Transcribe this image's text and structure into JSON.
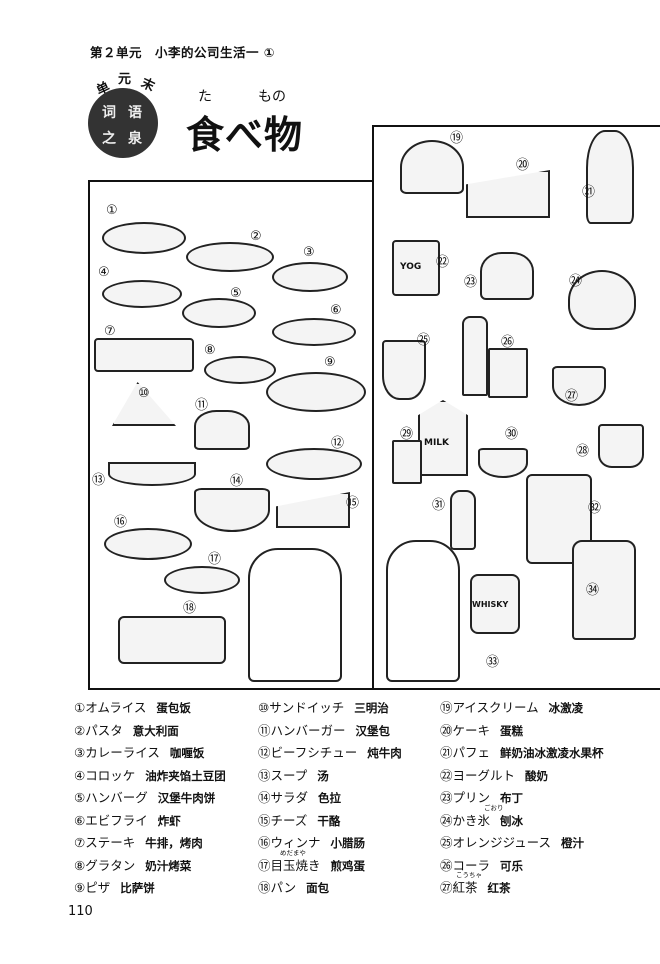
{
  "header": {
    "unit_title": "第２单元　小李的公司生活一 ①"
  },
  "badge": {
    "arc_chars": [
      "单",
      "元",
      "末"
    ],
    "inner": [
      "词",
      "语",
      "之",
      "泉"
    ]
  },
  "title": {
    "text": "食べ物",
    "ruby_ta": "た",
    "ruby_mono": "もの"
  },
  "illustration": {
    "numbers": [
      "①",
      "②",
      "③",
      "④",
      "⑤",
      "⑥",
      "⑦",
      "⑧",
      "⑨",
      "⑩",
      "⑪",
      "⑫",
      "⑬",
      "⑭",
      "⑮",
      "⑯",
      "⑰",
      "⑱",
      "⑲",
      "⑳",
      "㉑",
      "㉒",
      "㉓",
      "㉔",
      "㉕",
      "㉖",
      "㉗",
      "㉘",
      "㉙",
      "㉚",
      "㉛",
      "㉜",
      "㉝",
      "㉞"
    ],
    "labels": {
      "yogurt": "YOG",
      "milk": "MILK",
      "whisky": "WHISKY"
    }
  },
  "vocab": {
    "col1": [
      {
        "jp": "①オムライス",
        "cn": "蛋包饭"
      },
      {
        "jp": "②パスタ",
        "cn": "意大利面"
      },
      {
        "jp": "③カレーライス",
        "cn": "咖喱饭"
      },
      {
        "jp": "④コロッケ",
        "cn": "油炸夹馅土豆团"
      },
      {
        "jp": "⑤ハンバーグ",
        "cn": "汉堡牛肉饼"
      },
      {
        "jp": "⑥エビフライ",
        "cn": "炸虾"
      },
      {
        "jp": "⑦ステーキ",
        "cn": "牛排，烤肉"
      },
      {
        "jp": "⑧グラタン",
        "cn": "奶汁烤菜"
      },
      {
        "jp": "⑨ピザ",
        "cn": "比萨饼"
      }
    ],
    "col2": [
      {
        "jp": "⑩サンドイッチ",
        "cn": "三明治"
      },
      {
        "jp": "⑪ハンバーガー",
        "cn": "汉堡包"
      },
      {
        "jp": "⑫ビーフシチュー",
        "cn": "炖牛肉"
      },
      {
        "jp": "⑬スープ",
        "cn": "汤"
      },
      {
        "jp": "⑭サラダ",
        "cn": "色拉"
      },
      {
        "jp": "⑮チーズ",
        "cn": "干酪"
      },
      {
        "jp": "⑯ウィンナ",
        "cn": "小腊肠"
      },
      {
        "jp": "⑰目玉焼き",
        "cn": "煎鸡蛋",
        "ruby": "めだまや"
      },
      {
        "jp": "⑱パン",
        "cn": "面包"
      }
    ],
    "col3": [
      {
        "jp": "⑲アイスクリーム",
        "cn": "冰激凌"
      },
      {
        "jp": "⑳ケーキ",
        "cn": "蛋糕"
      },
      {
        "jp": "㉑パフェ",
        "cn": "鲜奶油冰激凌水果杯"
      },
      {
        "jp": "㉒ヨーグルト",
        "cn": "酸奶"
      },
      {
        "jp": "㉓プリン",
        "cn": "布丁"
      },
      {
        "jp": "㉔かき氷",
        "cn": "刨冰",
        "ruby": "ごおり"
      },
      {
        "jp": "㉕オレンジジュース",
        "cn": "橙汁"
      },
      {
        "jp": "㉖コーラ",
        "cn": "可乐"
      },
      {
        "jp": "㉗紅茶",
        "cn": "红茶",
        "ruby": "こうちゃ"
      }
    ]
  },
  "page_number": "110"
}
